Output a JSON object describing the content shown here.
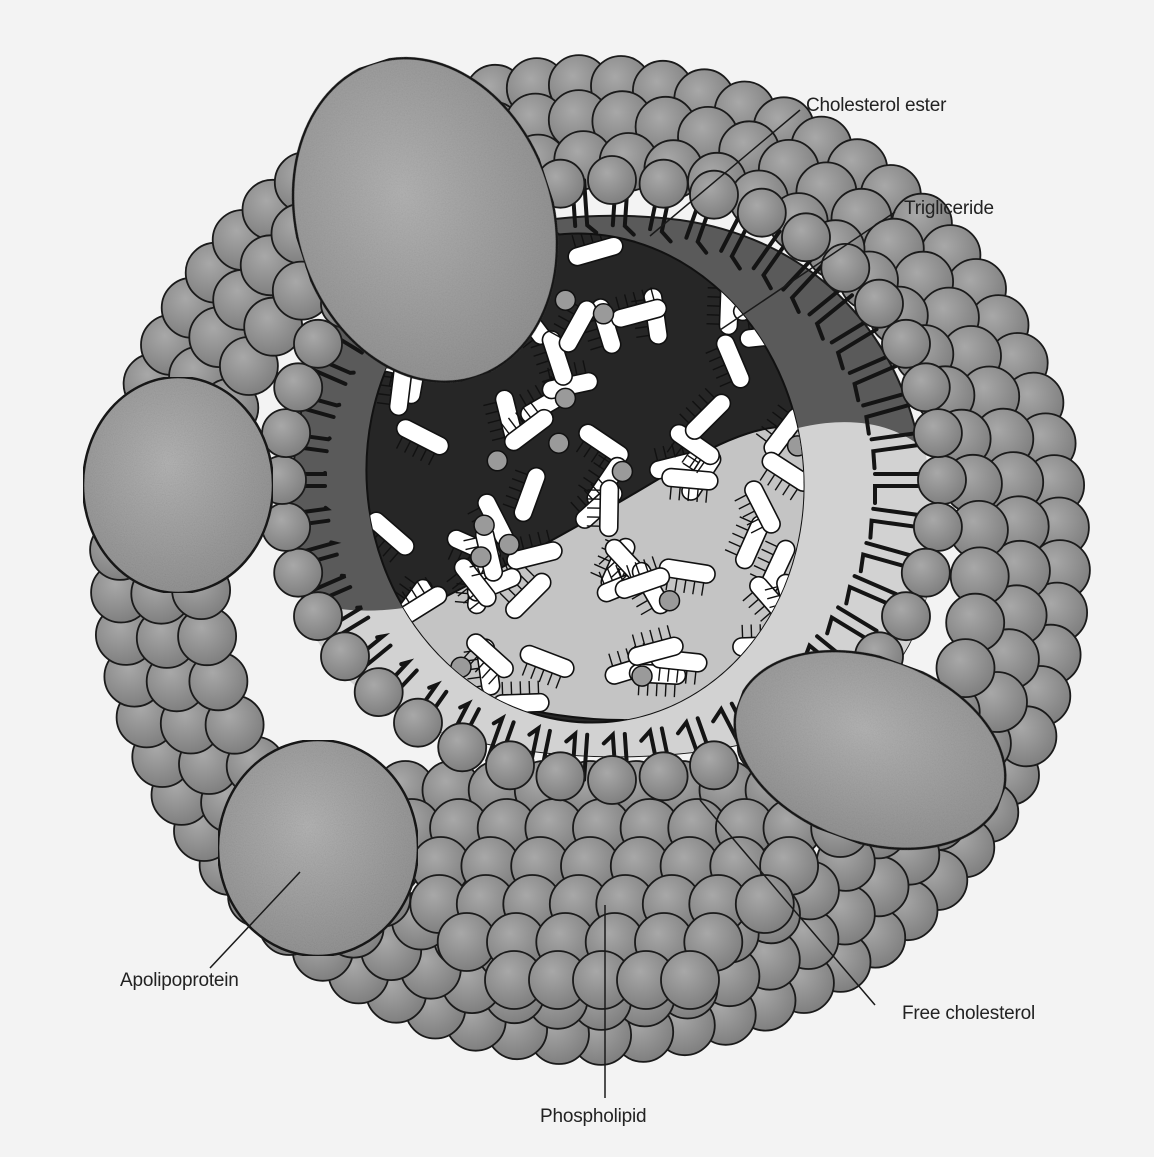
{
  "labels": {
    "cholesterol_ester": "Cholesterol ester",
    "triglyceride": "Trigliceride",
    "apolipoprotein": "Apolipoprotein",
    "phospholipid": "Phospholipid",
    "free_cholesterol": "Free cholesterol"
  },
  "colors": {
    "background": "#f3f3f3",
    "phospholipid_head": "#8f8f8f",
    "outline": "#1a1a1a",
    "core_dark": "#262626",
    "core_light": "#c9c9c9",
    "apolipoprotein": "#a9a9a9",
    "tail": "#141414",
    "molecule": "#ffffff"
  }
}
